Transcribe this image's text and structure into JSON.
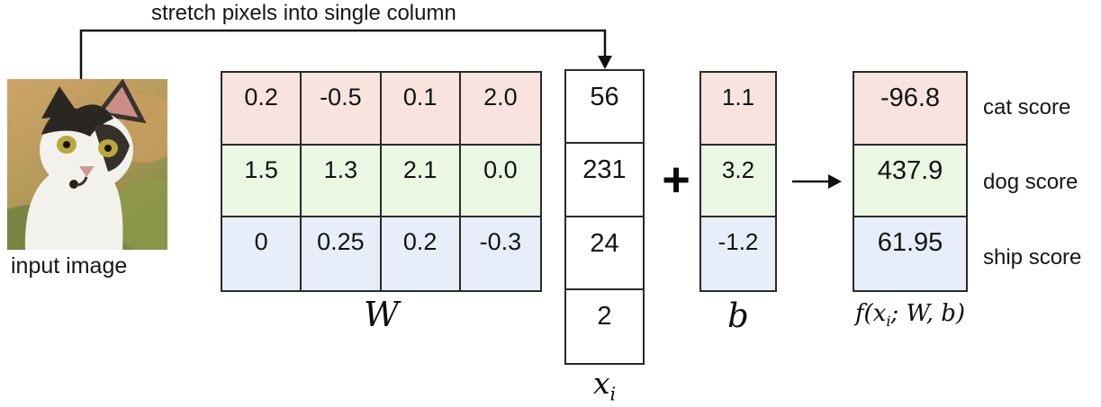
{
  "annotation": {
    "text": "stretch pixels into single column"
  },
  "input_image": {
    "caption": "input image",
    "subject": "cat photo"
  },
  "w_matrix": {
    "label": "W",
    "rows": [
      {
        "name": "cat-weights",
        "values": [
          "0.2",
          "-0.5",
          "0.1",
          "2.0"
        ]
      },
      {
        "name": "dog-weights",
        "values": [
          "1.5",
          "1.3",
          "2.1",
          "0.0"
        ]
      },
      {
        "name": "ship-weights",
        "values": [
          "0",
          "0.25",
          "0.2",
          "-0.3"
        ]
      }
    ]
  },
  "x_vector": {
    "label_base": "x",
    "label_sub": "i",
    "values": [
      "56",
      "231",
      "24",
      "2"
    ]
  },
  "operators": {
    "plus": "+"
  },
  "b_vector": {
    "label": "b",
    "values": [
      "1.1",
      "3.2",
      "-1.2"
    ]
  },
  "scores": {
    "label_pre": "f(x",
    "label_sub": "i",
    "label_post": "; W, b)",
    "values": [
      "-96.8",
      "437.9",
      "61.95"
    ],
    "row_labels": [
      "cat score",
      "dog score",
      "ship score"
    ]
  },
  "colors": {
    "cat_row": "#f9e3df",
    "dog_row": "#eaf8e3",
    "ship_row": "#e8eef9",
    "line": "#2a2a2a"
  }
}
